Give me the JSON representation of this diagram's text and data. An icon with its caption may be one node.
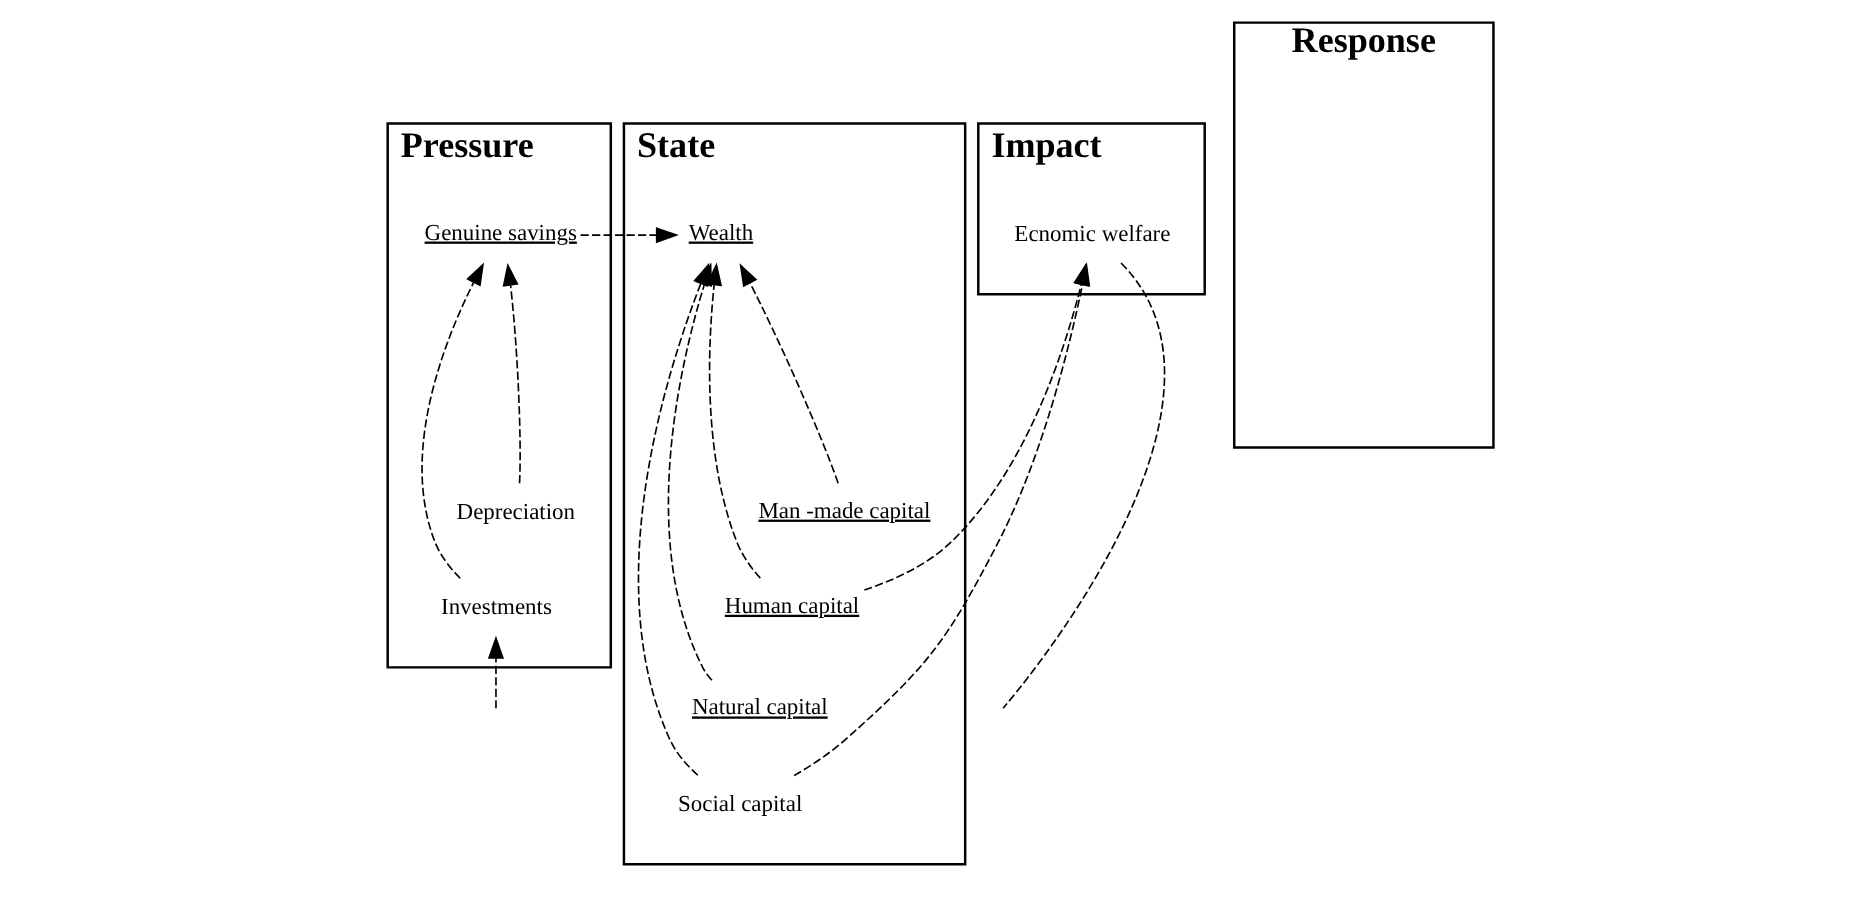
{
  "diagram": {
    "nodes": [
      {
        "text": [
          "Pressure"
        ]
      },
      {
        "text": [
          "State"
        ]
      },
      {
        "text": [
          "Impact"
        ]
      },
      {
        "text": [
          "Response"
        ]
      },
      {
        "text": [
          "Genuine savings"
        ],
        "in": 0
      },
      {
        "text": [
          "Depreciation"
        ],
        "in": 0
      },
      {
        "text": [
          "Investments"
        ],
        "in": 0
      },
      {
        "text": [
          "Wealth"
        ],
        "in": 1
      },
      {
        "text": [
          "Man -made capital"
        ],
        "in": 1
      },
      {
        "text": [
          "Human capital"
        ],
        "in": 1
      },
      {
        "text": [
          "Natural capital"
        ],
        "in": 1
      },
      {
        "text": [
          "Social capital"
        ],
        "in": 1
      },
      {
        "text": [
          "Ecnomic welfare"
        ],
        "in": 2
      }
    ],
    "edges": [
      {
        "from": 4,
        "to": 7,
        "arrow": "to",
        "style": "dashed"
      },
      {
        "from": 5,
        "to": 4,
        "arrow": "to",
        "style": "dashed"
      },
      {
        "from": 6,
        "to": 4,
        "arrow": "to",
        "style": "dashed"
      },
      {
        "from": null,
        "to": 6,
        "arrow": "to",
        "style": "dashed"
      },
      {
        "from": 8,
        "to": 7,
        "arrow": "to",
        "style": "dashed"
      },
      {
        "from": 9,
        "to": 7,
        "arrow": "to",
        "style": "dashed"
      },
      {
        "from": 10,
        "to": 7,
        "arrow": "to",
        "style": "dashed"
      },
      {
        "from": 11,
        "to": 7,
        "arrow": "to",
        "style": "dashed"
      },
      {
        "from": 9,
        "to": 12,
        "arrow": "to",
        "style": "dashed"
      },
      {
        "from": 11,
        "to": 12,
        "arrow": "to",
        "style": "dashed"
      },
      {
        "from": 12,
        "to": null,
        "arrow": "none",
        "style": "dashed"
      }
    ]
  }
}
